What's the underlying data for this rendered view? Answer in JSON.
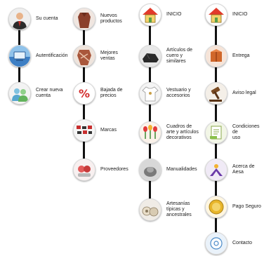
{
  "columns": [
    {
      "items": [
        {
          "label": "Su cuenta",
          "icon": "user-account-icon"
        },
        {
          "label": "Autentificación",
          "icon": "authentication-icon"
        },
        {
          "label": "Crear nueva\ncuenta",
          "icon": "new-account-icon"
        }
      ]
    },
    {
      "items": [
        {
          "label": "Nuevos\nproductos",
          "icon": "new-products-icon"
        },
        {
          "label": "Mejores ventas",
          "icon": "best-sellers-icon"
        },
        {
          "label": "Bajada de\nprecios",
          "icon": "price-drop-icon"
        },
        {
          "label": "Marcas",
          "icon": "brands-icon"
        },
        {
          "label": "Proveedores",
          "icon": "suppliers-icon"
        }
      ]
    },
    {
      "items": [
        {
          "label": "INICIO",
          "icon": "home-icon"
        },
        {
          "label": "Artículos de\ncuero y\nsimilares",
          "icon": "leather-goods-icon"
        },
        {
          "label": "Vestuario y\naccesorios",
          "icon": "clothing-icon"
        },
        {
          "label": "Cuadros de\narte y artículos\ndecorativos",
          "icon": "art-decor-icon"
        },
        {
          "label": "Manualidades",
          "icon": "crafts-icon"
        },
        {
          "label": "Artesanías\ntípicas y\nancestrales",
          "icon": "handicrafts-icon"
        }
      ]
    },
    {
      "items": [
        {
          "label": "INICIO",
          "icon": "home-icon"
        },
        {
          "label": "Entrega",
          "icon": "delivery-icon"
        },
        {
          "label": "Aviso legal",
          "icon": "legal-notice-icon"
        },
        {
          "label": "Condiciones  de\nuso",
          "icon": "terms-of-use-icon"
        },
        {
          "label": "Acerca de Aesa",
          "icon": "about-icon"
        },
        {
          "label": "Pago Seguro",
          "icon": "secure-payment-icon"
        },
        {
          "label": "Contacto",
          "icon": "contact-icon"
        }
      ]
    }
  ],
  "colors": {
    "connector": "#111111",
    "text": "#1a1a1a"
  }
}
